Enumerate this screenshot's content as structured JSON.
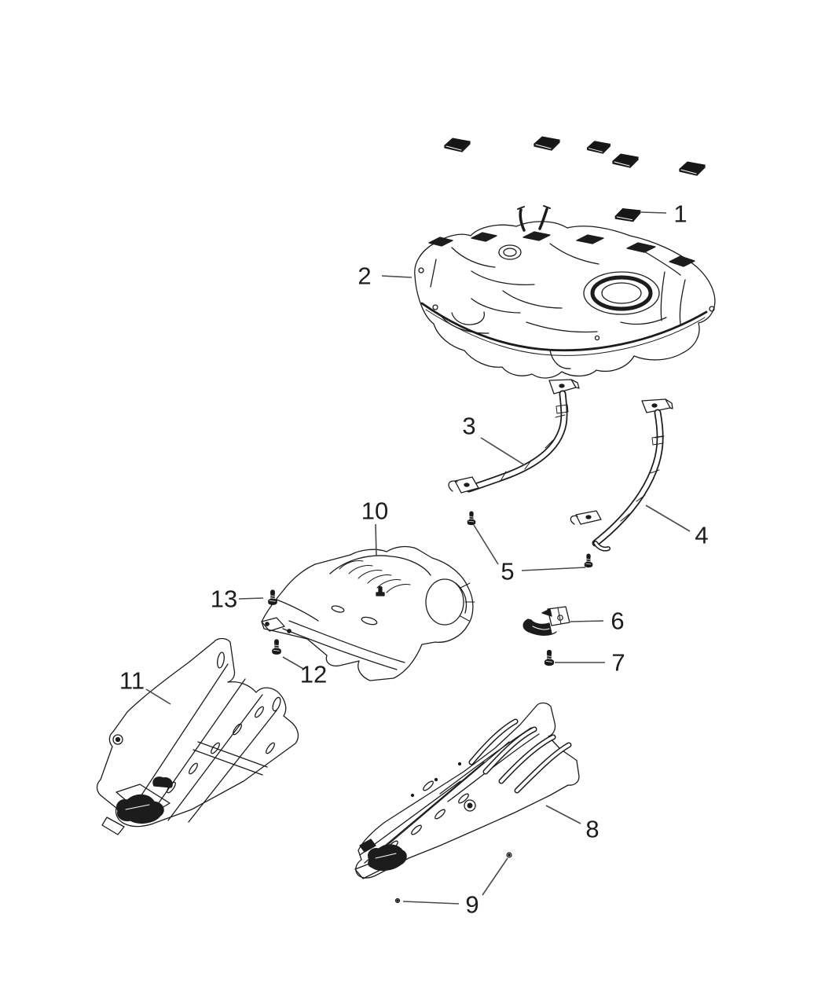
{
  "page": {
    "background_color": "#ffffff",
    "ink_color": "#1c1c1c",
    "leader_line_color": "#4a4a4a",
    "pad_fill_color": "#161616"
  },
  "diagram": {
    "type": "exploded-parts-diagram",
    "subject": "fuel-tank-straps-heat-shield-skid-plates",
    "callouts": [
      {
        "label": "1",
        "part": "isolator-pad"
      },
      {
        "label": "2",
        "part": "fuel-tank"
      },
      {
        "label": "3",
        "part": "tank-strap-front"
      },
      {
        "label": "4",
        "part": "tank-strap-rear"
      },
      {
        "label": "5",
        "part": "strap-screw"
      },
      {
        "label": "6",
        "part": "support-bracket"
      },
      {
        "label": "7",
        "part": "bracket-screw"
      },
      {
        "label": "8",
        "part": "skid-plate-rear"
      },
      {
        "label": "9",
        "part": "push-pin"
      },
      {
        "label": "10",
        "part": "heat-shield"
      },
      {
        "label": "11",
        "part": "skid-plate-front"
      },
      {
        "label": "12",
        "part": "shield-screw-lower"
      },
      {
        "label": "13",
        "part": "shield-screw-upper"
      }
    ]
  }
}
